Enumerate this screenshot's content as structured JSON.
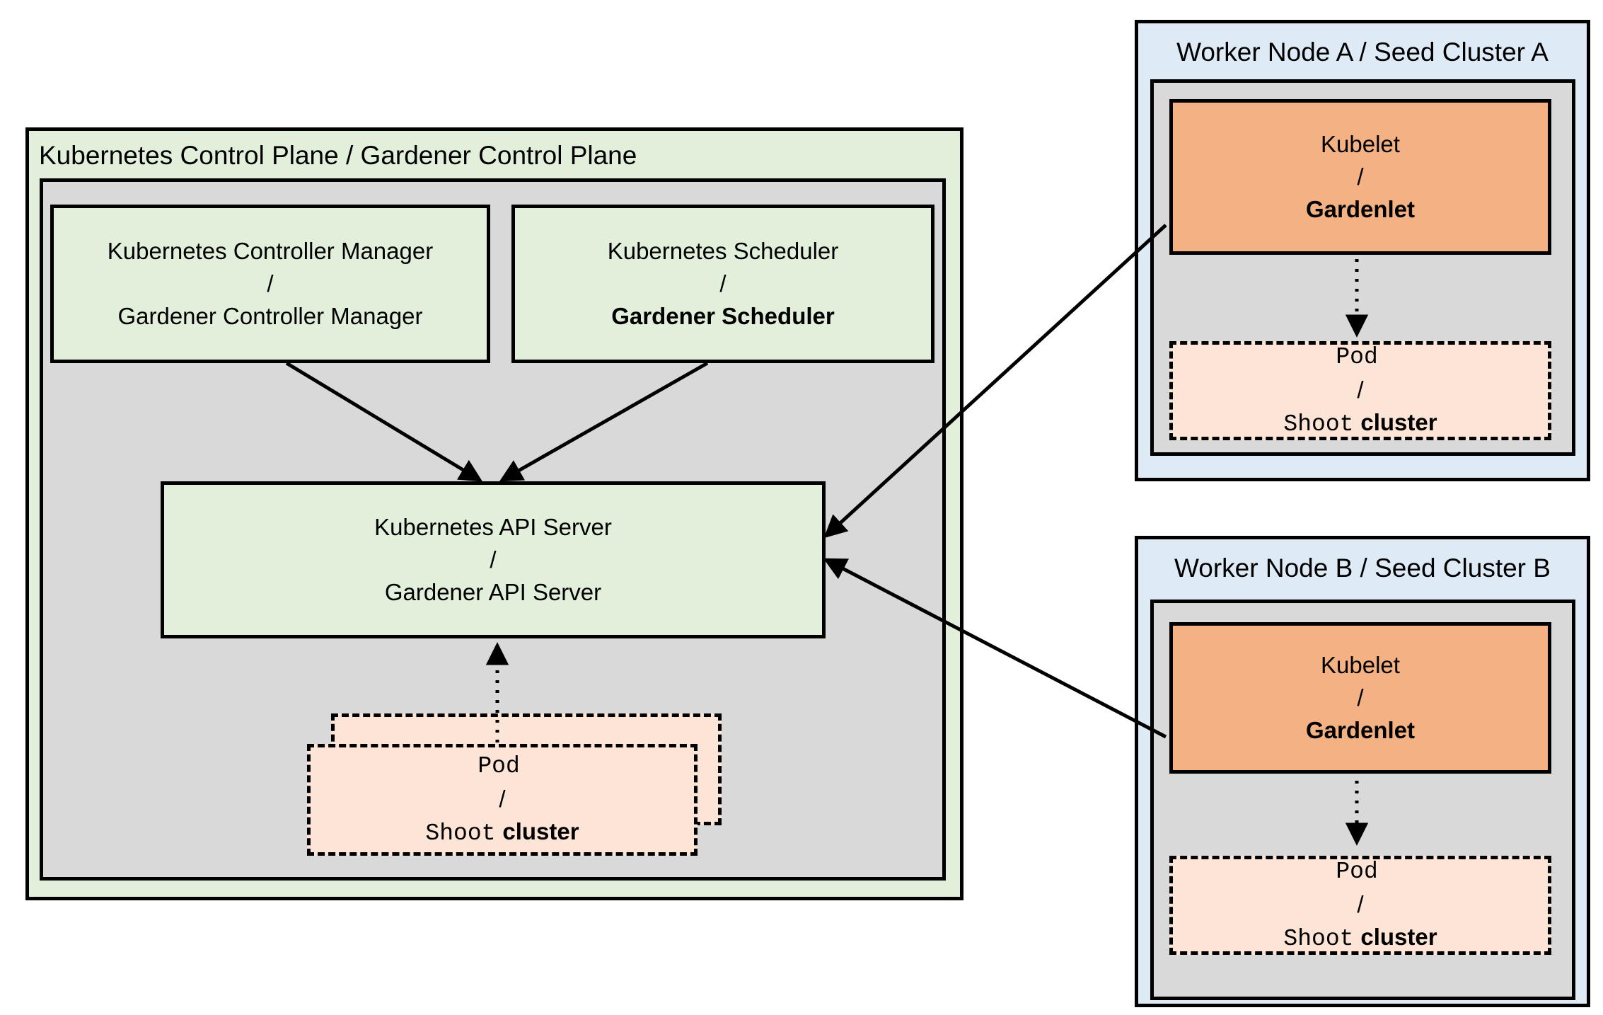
{
  "colors": {
    "light_green": "#E2EFDA",
    "gray": "#D9D9D9",
    "light_blue": "#DEEBF7",
    "orange": "#F4B183",
    "peach": "#FCE4D6",
    "line": "#000000"
  },
  "control_plane": {
    "title": "Kubernetes Control Plane / Gardener Control Plane",
    "controller_manager": {
      "line1": "Kubernetes Controller Manager",
      "separator": "/",
      "line2": "Gardener Controller Manager"
    },
    "scheduler": {
      "line1": "Kubernetes Scheduler",
      "separator": "/",
      "line2": "Gardener Scheduler"
    },
    "api_server": {
      "line1": "Kubernetes API Server",
      "separator": "/",
      "line2": "Gardener API Server"
    },
    "pod_stack": {
      "line1": "Pod",
      "separator": "/",
      "line2_code": "Shoot",
      "line2_text": "cluster"
    }
  },
  "worker_node_a": {
    "title": "Worker Node A / Seed Cluster A",
    "kubelet": {
      "line1": "Kubelet",
      "separator": "/",
      "line2": "Gardenlet"
    },
    "pod": {
      "line1": "Pod",
      "separator": "/",
      "line2_code": "Shoot",
      "line2_text": "cluster"
    }
  },
  "worker_node_b": {
    "title": "Worker Node B / Seed Cluster B",
    "kubelet": {
      "line1": "Kubelet",
      "separator": "/",
      "line2": "Gardenlet"
    },
    "pod": {
      "line1": "Pod",
      "separator": "/",
      "line2_code": "Shoot",
      "line2_text": "cluster"
    }
  }
}
